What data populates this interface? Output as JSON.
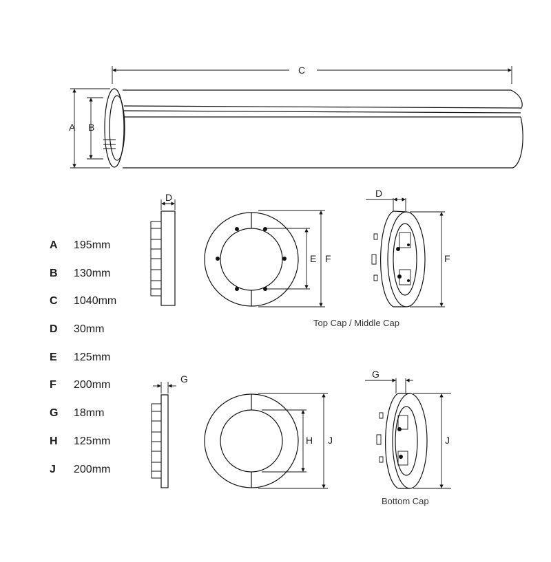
{
  "diagram": {
    "labels": {
      "A": "A",
      "B": "B",
      "C": "C",
      "D": "D",
      "E": "E",
      "F": "F",
      "G": "G",
      "H": "H",
      "J": "J"
    },
    "captions": {
      "top_cap": "Top Cap / Middle Cap",
      "bottom_cap": "Bottom Cap"
    }
  },
  "specs": [
    {
      "key": "A",
      "value": "195mm"
    },
    {
      "key": "B",
      "value": "130mm"
    },
    {
      "key": "C",
      "value": "1040mm"
    },
    {
      "key": "D",
      "value": "30mm"
    },
    {
      "key": "E",
      "value": "125mm"
    },
    {
      "key": "F",
      "value": "200mm"
    },
    {
      "key": "G",
      "value": "18mm"
    },
    {
      "key": "H",
      "value": "125mm"
    },
    {
      "key": "J",
      "value": "200mm"
    }
  ]
}
